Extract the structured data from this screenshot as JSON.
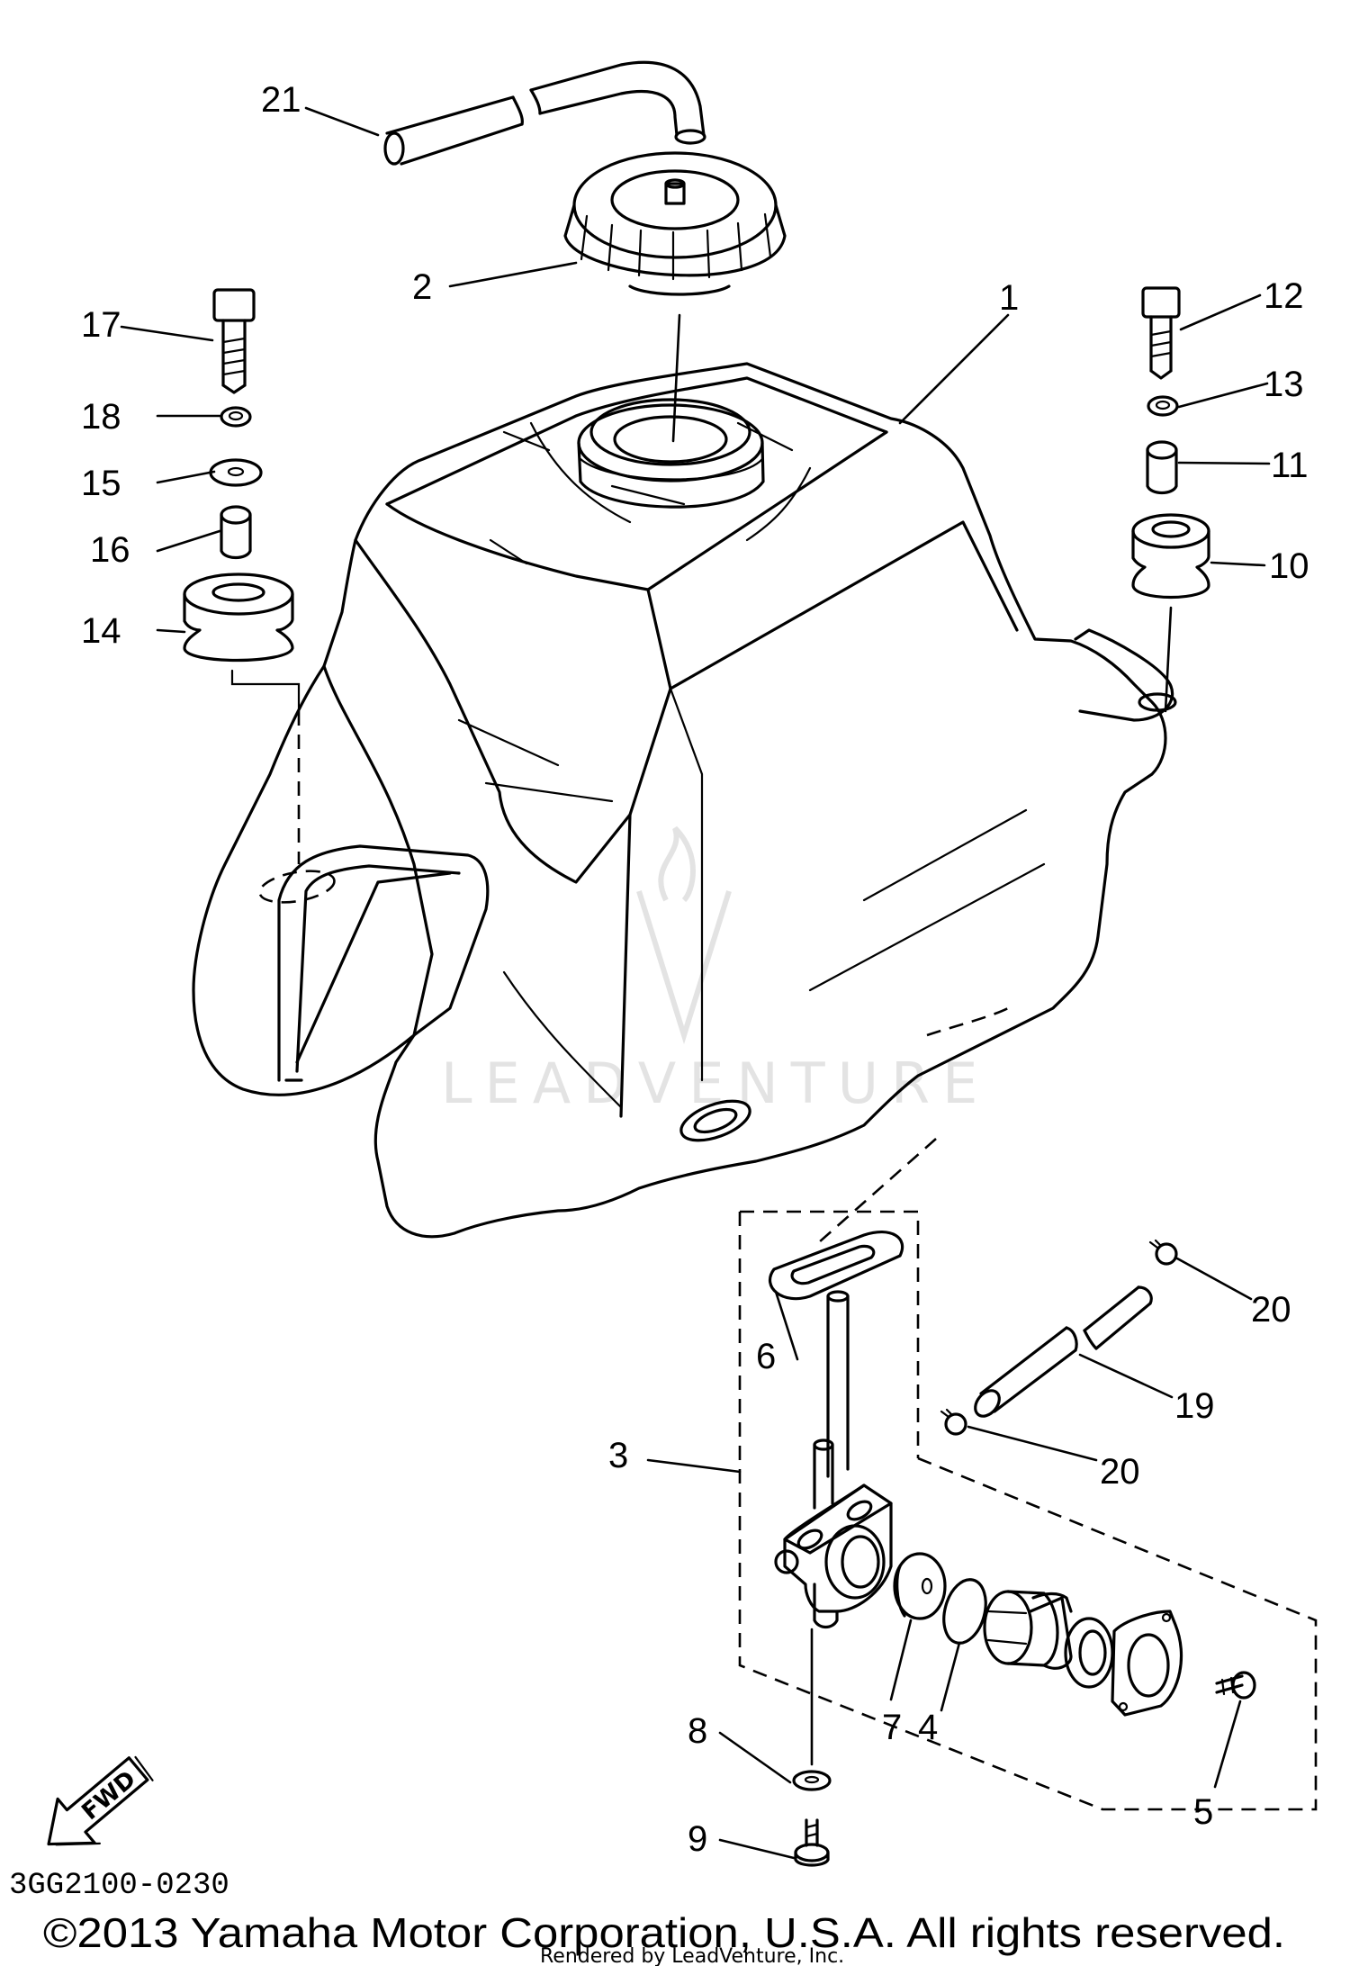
{
  "diagram_code": "3GG2100-0230",
  "copyright": "©2013 Yamaha Motor Corporation, U.S.A. All rights reserved.",
  "rendered_by": "Rendered by LeadVenture, Inc.",
  "watermark": "LEADVENTURE",
  "fwd_label": "FWD",
  "callouts": {
    "c1": "1",
    "c2": "2",
    "c3": "3",
    "c4": "4",
    "c5": "5",
    "c6": "6",
    "c7": "7",
    "c8": "8",
    "c9": "9",
    "c10": "10",
    "c11": "11",
    "c12": "12",
    "c13": "13",
    "c14": "14",
    "c15": "15",
    "c16": "16",
    "c17": "17",
    "c18": "18",
    "c19": "19",
    "c20a": "20",
    "c20b": "20",
    "c21": "21"
  }
}
